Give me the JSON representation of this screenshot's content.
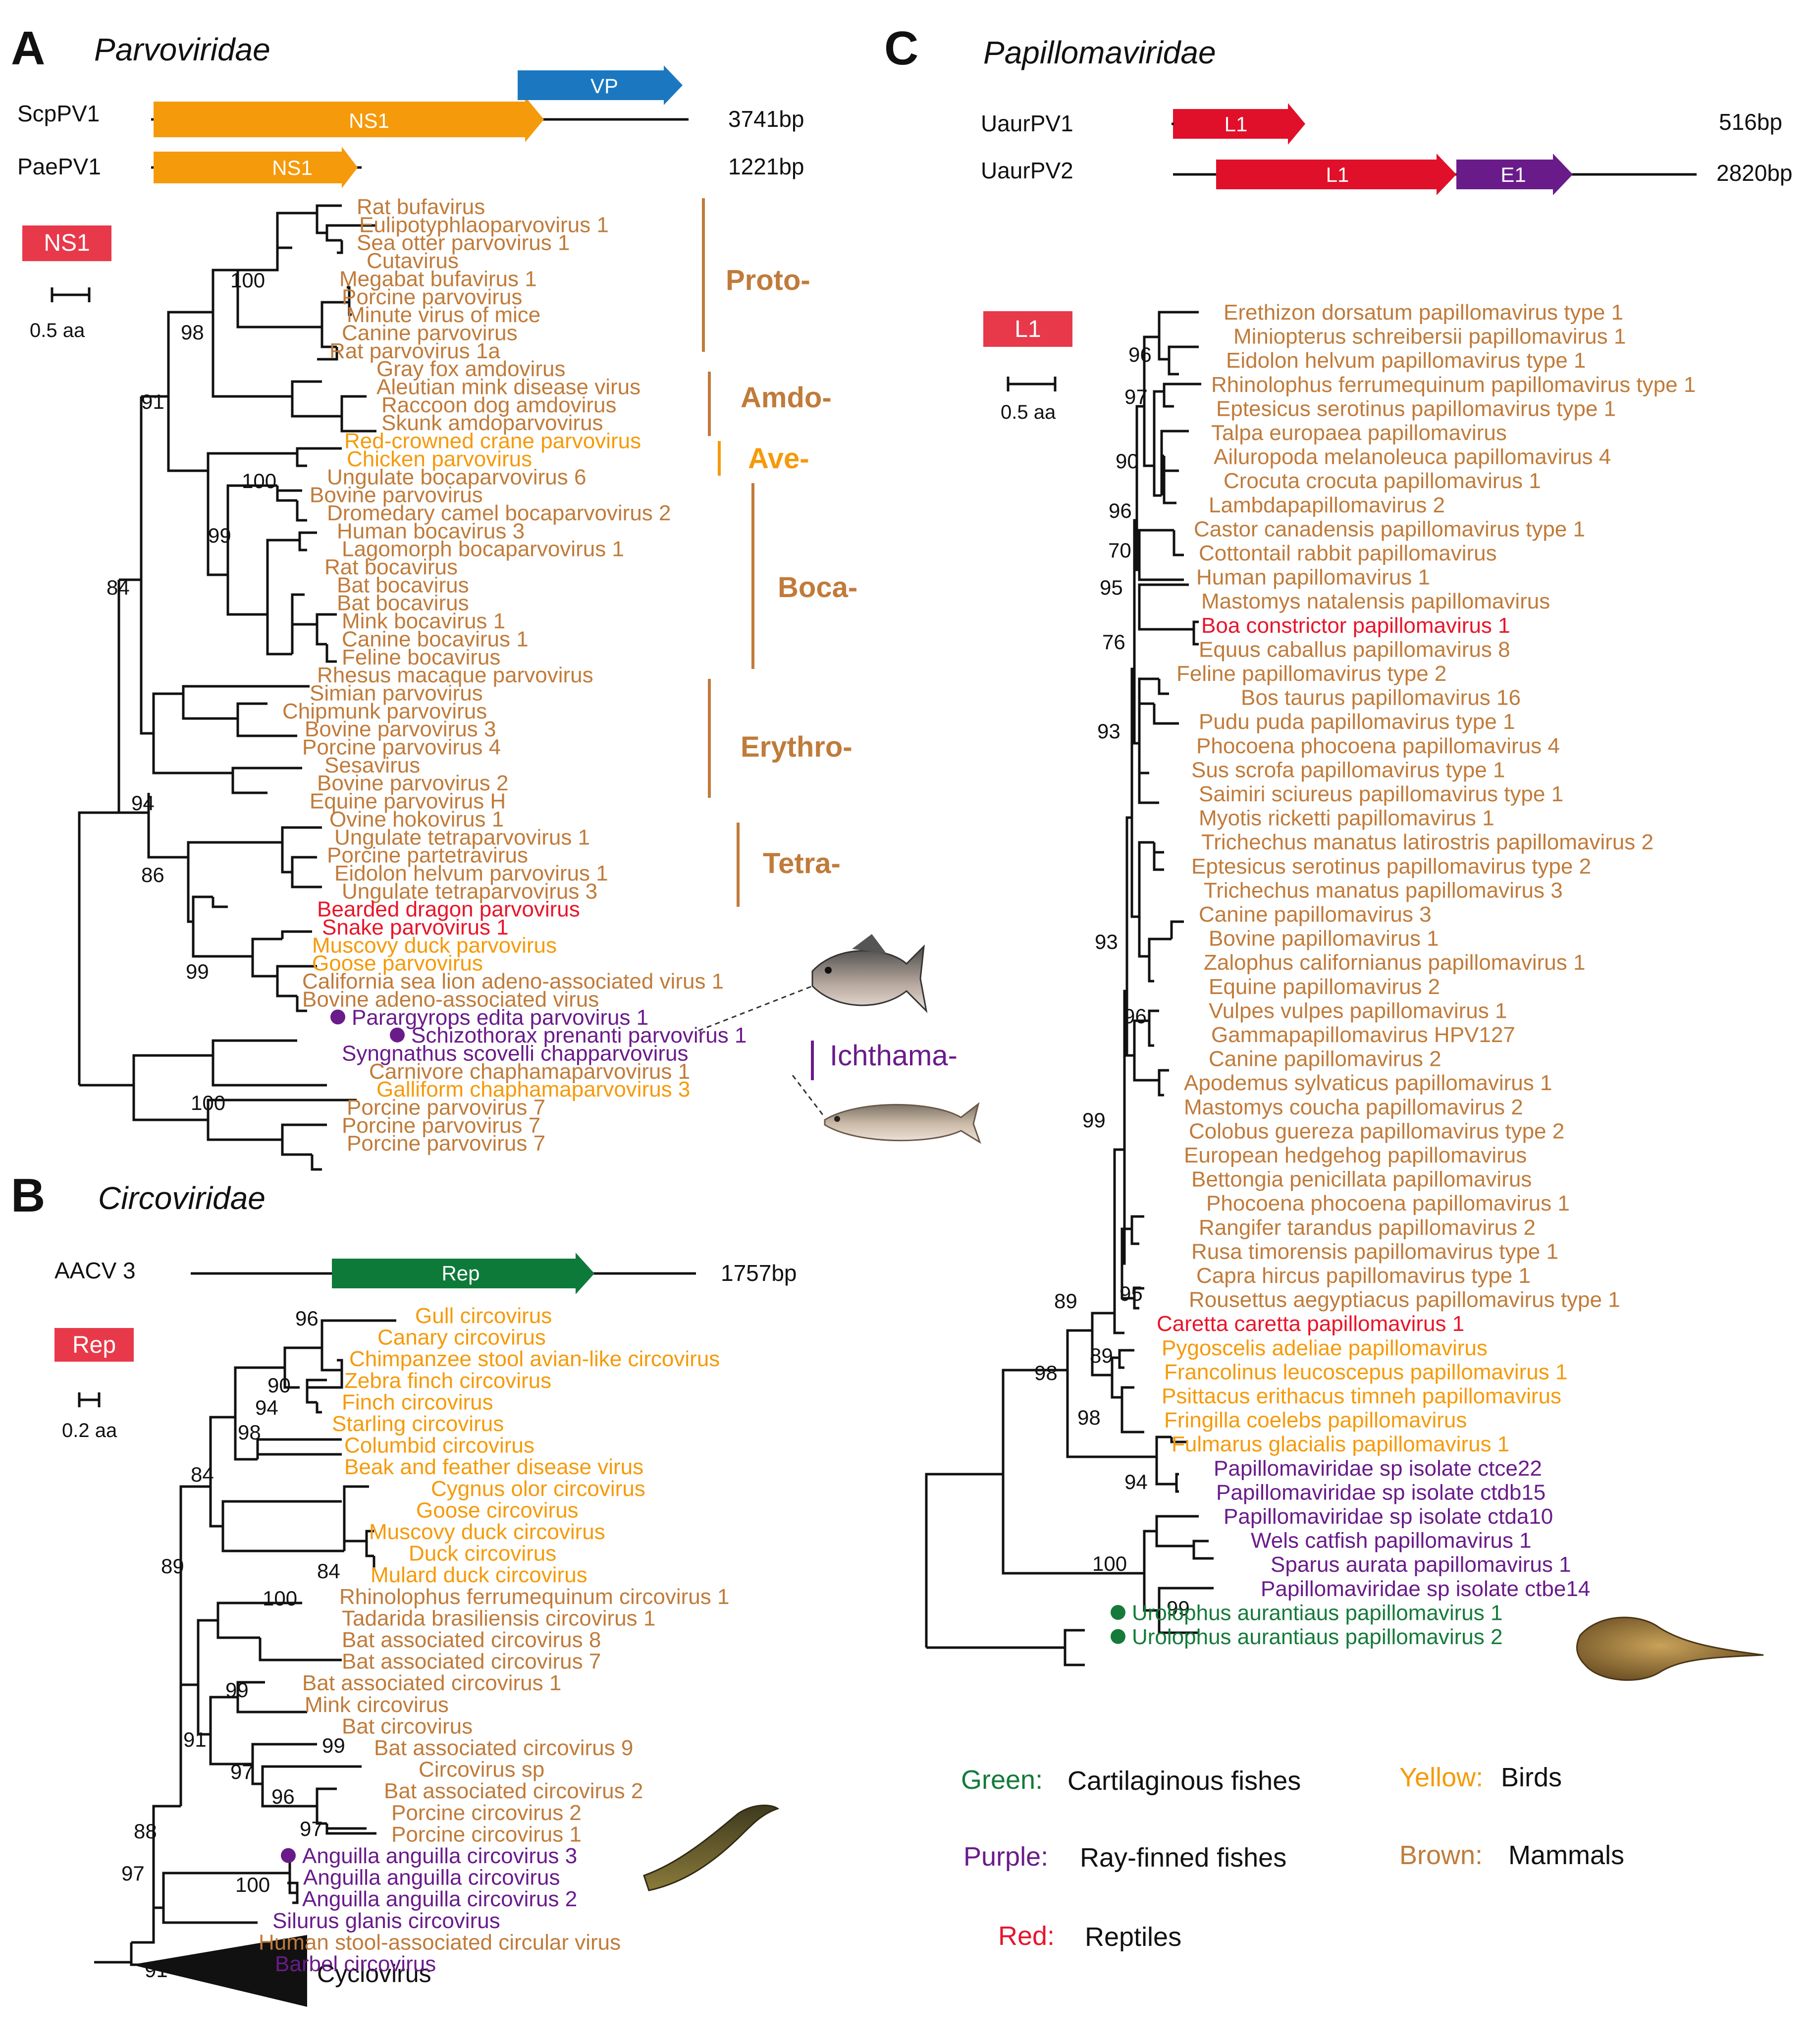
{
  "colors": {
    "mammal": "#c07b3a",
    "bird": "#f59a0a",
    "reptile": "#e8152a",
    "ray_finned": "#6a1b8a",
    "cartilaginous": "#157a3a",
    "ns1_gene": "#f59a0a",
    "vp_gene": "#1b78c0",
    "rep_gene": "#0e7a3a",
    "l1_gene": "#e0102a",
    "e1_gene": "#6a1b8a",
    "protein_tag": "#e8394a"
  },
  "panelA": {
    "letter": "A",
    "family": "Parvoviridae",
    "genomes": [
      {
        "name": "ScpPV1",
        "length": "3741bp",
        "genes": [
          "NS1",
          "VP"
        ]
      },
      {
        "name": "PaePV1",
        "length": "1221bp",
        "genes": [
          "NS1"
        ]
      }
    ],
    "tag": "NS1",
    "scale": "0.5 aa",
    "groups": [
      "Proto-",
      "Amdo-",
      "Ave-",
      "Boca-",
      "Erythro-",
      "Tetra-",
      "Ichthama-"
    ],
    "bootstrap": [
      "100",
      "98",
      "91",
      "84",
      "100",
      "99",
      "94",
      "86",
      "99",
      "100"
    ],
    "taxa": [
      {
        "label": "Rat bufavirus",
        "c": "mammal"
      },
      {
        "label": "Eulipotyphlaoparvovirus 1",
        "c": "mammal"
      },
      {
        "label": "Sea otter parvovirus 1",
        "c": "mammal"
      },
      {
        "label": "Cutavirus",
        "c": "mammal"
      },
      {
        "label": "Megabat bufavirus 1",
        "c": "mammal"
      },
      {
        "label": "Porcine parvovirus",
        "c": "mammal"
      },
      {
        "label": "Minute virus of mice",
        "c": "mammal"
      },
      {
        "label": "Canine parvovirus",
        "c": "mammal"
      },
      {
        "label": "Rat parvovirus 1a",
        "c": "mammal"
      },
      {
        "label": "Gray fox amdovirus",
        "c": "mammal"
      },
      {
        "label": "Aleutian mink disease virus",
        "c": "mammal"
      },
      {
        "label": "Raccoon dog amdovirus",
        "c": "mammal"
      },
      {
        "label": "Skunk amdoparvovirus",
        "c": "mammal"
      },
      {
        "label": "Red-crowned crane parvovirus",
        "c": "bird"
      },
      {
        "label": "Chicken parvovirus",
        "c": "bird"
      },
      {
        "label": "Ungulate bocaparvovirus 6",
        "c": "mammal"
      },
      {
        "label": "Bovine parvovirus",
        "c": "mammal"
      },
      {
        "label": "Dromedary camel bocaparvovirus 2",
        "c": "mammal"
      },
      {
        "label": "Human bocavirus 3",
        "c": "mammal"
      },
      {
        "label": "Lagomorph bocaparvovirus 1",
        "c": "mammal"
      },
      {
        "label": "Rat bocavirus",
        "c": "mammal"
      },
      {
        "label": "Bat bocavirus",
        "c": "mammal"
      },
      {
        "label": "Bat bocavirus",
        "c": "mammal"
      },
      {
        "label": "Mink bocavirus 1",
        "c": "mammal"
      },
      {
        "label": "Canine bocavirus 1",
        "c": "mammal"
      },
      {
        "label": "Feline bocavirus",
        "c": "mammal"
      },
      {
        "label": "Rhesus macaque parvovirus",
        "c": "mammal"
      },
      {
        "label": "Simian parvovirus",
        "c": "mammal"
      },
      {
        "label": "Chipmunk parvovirus",
        "c": "mammal"
      },
      {
        "label": "Bovine parvovirus 3",
        "c": "mammal"
      },
      {
        "label": "Porcine parvovirus 4",
        "c": "mammal"
      },
      {
        "label": "Sesavirus",
        "c": "mammal"
      },
      {
        "label": "Bovine parvovirus 2",
        "c": "mammal"
      },
      {
        "label": "Equine parvovirus H",
        "c": "mammal"
      },
      {
        "label": "Ovine hokovirus 1",
        "c": "mammal"
      },
      {
        "label": "Ungulate tetraparvovirus 1",
        "c": "mammal"
      },
      {
        "label": "Porcine partetravirus",
        "c": "mammal"
      },
      {
        "label": "Eidolon helvum parvovirus 1",
        "c": "mammal"
      },
      {
        "label": "Ungulate tetraparvovirus 3",
        "c": "mammal"
      },
      {
        "label": "Bearded dragon parvovirus",
        "c": "reptile"
      },
      {
        "label": "Snake parvovirus 1",
        "c": "reptile"
      },
      {
        "label": "Muscovy duck parvovirus",
        "c": "bird"
      },
      {
        "label": "Goose parvovirus",
        "c": "bird"
      },
      {
        "label": "California sea lion adeno-associated virus 1",
        "c": "mammal"
      },
      {
        "label": "Bovine adeno-associated virus",
        "c": "mammal"
      },
      {
        "label": "Parargyrops edita parvovirus 1",
        "c": "ray_finned",
        "dot": true
      },
      {
        "label": "Schizothorax prenanti parvovirus 1",
        "c": "ray_finned",
        "dot": true
      },
      {
        "label": "Syngnathus scovelli chapparvovirus",
        "c": "ray_finned"
      },
      {
        "label": "Carnivore chaphamaparvovirus 1",
        "c": "mammal"
      },
      {
        "label": "Galliform chaphamaparvovirus 3",
        "c": "bird"
      },
      {
        "label": "Porcine parvovirus 7",
        "c": "mammal"
      },
      {
        "label": "Porcine parvovirus 7",
        "c": "mammal"
      },
      {
        "label": "Porcine parvovirus 7",
        "c": "mammal"
      }
    ]
  },
  "panelB": {
    "letter": "B",
    "family": "Circoviridae",
    "genome": {
      "name": "AACV 3",
      "length": "1757bp",
      "gene": "Rep"
    },
    "tag": "Rep",
    "scale": "0.2 aa",
    "collapsed": "Cyclovirus",
    "bootstrap": [
      "96",
      "90",
      "94",
      "98",
      "84",
      "84",
      "89",
      "100",
      "99",
      "91",
      "99",
      "97",
      "96",
      "97",
      "88",
      "100",
      "97",
      "91"
    ],
    "taxa": [
      {
        "label": "Gull circovirus",
        "c": "bird"
      },
      {
        "label": "Canary circovirus",
        "c": "bird"
      },
      {
        "label": "Chimpanzee stool avian-like circovirus",
        "c": "bird"
      },
      {
        "label": "Zebra finch circovirus",
        "c": "bird"
      },
      {
        "label": "Finch circovirus",
        "c": "bird"
      },
      {
        "label": "Starling circovirus",
        "c": "bird"
      },
      {
        "label": "Columbid circovirus",
        "c": "bird"
      },
      {
        "label": "Beak and feather disease virus",
        "c": "bird"
      },
      {
        "label": "Cygnus olor circovirus",
        "c": "bird"
      },
      {
        "label": "Goose circovirus",
        "c": "bird"
      },
      {
        "label": "Muscovy duck circovirus",
        "c": "bird"
      },
      {
        "label": "Duck circovirus",
        "c": "bird"
      },
      {
        "label": "Mulard duck circovirus",
        "c": "bird"
      },
      {
        "label": "Rhinolophus ferrumequinum circovirus 1",
        "c": "mammal"
      },
      {
        "label": "Tadarida brasiliensis circovirus 1",
        "c": "mammal"
      },
      {
        "label": "Bat associated circovirus 8",
        "c": "mammal"
      },
      {
        "label": "Bat associated circovirus 7",
        "c": "mammal"
      },
      {
        "label": "Bat associated circovirus 1",
        "c": "mammal"
      },
      {
        "label": "Mink circovirus",
        "c": "mammal"
      },
      {
        "label": "Bat circovirus",
        "c": "mammal"
      },
      {
        "label": "Bat associated circovirus 9",
        "c": "mammal"
      },
      {
        "label": "Circovirus sp",
        "c": "mammal"
      },
      {
        "label": "Bat associated circovirus 2",
        "c": "mammal"
      },
      {
        "label": "Porcine circovirus 2",
        "c": "mammal"
      },
      {
        "label": "Porcine circovirus 1",
        "c": "mammal"
      },
      {
        "label": "Anguilla anguilla circovirus 3",
        "c": "ray_finned",
        "dot": true
      },
      {
        "label": "Anguilla anguilla circovirus",
        "c": "ray_finned"
      },
      {
        "label": "Anguilla anguilla circovirus 2",
        "c": "ray_finned"
      },
      {
        "label": "Silurus glanis circovirus",
        "c": "ray_finned"
      },
      {
        "label": "Human stool-associated circular virus",
        "c": "mammal"
      },
      {
        "label": "Barbel circovirus",
        "c": "ray_finned"
      }
    ]
  },
  "panelC": {
    "letter": "C",
    "family": "Papillomaviridae",
    "genomes": [
      {
        "name": "UaurPV1",
        "length": "516bp",
        "genes": [
          "L1"
        ]
      },
      {
        "name": "UaurPV2",
        "length": "2820bp",
        "genes": [
          "L1",
          "E1"
        ]
      }
    ],
    "tag": "L1",
    "scale": "0.5 aa",
    "bootstrap": [
      "96",
      "97",
      "90",
      "96",
      "70",
      "95",
      "76",
      "93",
      "93",
      "96",
      "99",
      "95",
      "89",
      "89",
      "98",
      "98",
      "94",
      "100",
      "99"
    ],
    "taxa": [
      {
        "label": "Erethizon dorsatum papillomavirus type 1",
        "c": "mammal"
      },
      {
        "label": "Miniopterus schreibersii papillomavirus 1",
        "c": "mammal"
      },
      {
        "label": "Eidolon helvum papillomavirus type 1",
        "c": "mammal"
      },
      {
        "label": "Rhinolophus ferrumequinum papillomavirus type 1",
        "c": "mammal"
      },
      {
        "label": "Eptesicus serotinus papillomavirus type 1",
        "c": "mammal"
      },
      {
        "label": "Talpa europaea papillomavirus",
        "c": "mammal"
      },
      {
        "label": "Ailuropoda melanoleuca papillomavirus 4",
        "c": "mammal"
      },
      {
        "label": "Crocuta crocuta papillomavirus 1",
        "c": "mammal"
      },
      {
        "label": "Lambdapapillomavirus 2",
        "c": "mammal"
      },
      {
        "label": "Castor canadensis papillomavirus type 1",
        "c": "mammal"
      },
      {
        "label": "Cottontail rabbit papillomavirus",
        "c": "mammal"
      },
      {
        "label": "Human papillomavirus 1",
        "c": "mammal"
      },
      {
        "label": "Mastomys natalensis papillomavirus",
        "c": "mammal"
      },
      {
        "label": "Boa constrictor papillomavirus 1",
        "c": "reptile"
      },
      {
        "label": "Equus caballus papillomavirus 8",
        "c": "mammal"
      },
      {
        "label": "Feline papillomavirus type 2",
        "c": "mammal"
      },
      {
        "label": "Bos taurus papillomavirus 16",
        "c": "mammal"
      },
      {
        "label": "Pudu puda papillomavirus type 1",
        "c": "mammal"
      },
      {
        "label": "Phocoena phocoena papillomavirus 4",
        "c": "mammal"
      },
      {
        "label": "Sus scrofa papillomavirus type 1",
        "c": "mammal"
      },
      {
        "label": "Saimiri sciureus papillomavirus type 1",
        "c": "mammal"
      },
      {
        "label": "Myotis ricketti papillomavirus 1",
        "c": "mammal"
      },
      {
        "label": "Trichechus manatus latirostris papillomavirus 2",
        "c": "mammal"
      },
      {
        "label": "Eptesicus serotinus papillomavirus type 2",
        "c": "mammal"
      },
      {
        "label": "Trichechus manatus papillomavirus 3",
        "c": "mammal"
      },
      {
        "label": "Canine papillomavirus 3",
        "c": "mammal"
      },
      {
        "label": "Bovine papillomavirus 1",
        "c": "mammal"
      },
      {
        "label": "Zalophus californianus papillomavirus 1",
        "c": "mammal"
      },
      {
        "label": "Equine papillomavirus 2",
        "c": "mammal"
      },
      {
        "label": "Vulpes vulpes papillomavirus 1",
        "c": "mammal"
      },
      {
        "label": "Gammapapillomavirus HPV127",
        "c": "mammal"
      },
      {
        "label": "Canine papillomavirus 2",
        "c": "mammal"
      },
      {
        "label": "Apodemus sylvaticus papillomavirus 1",
        "c": "mammal"
      },
      {
        "label": "Mastomys coucha papillomavirus 2",
        "c": "mammal"
      },
      {
        "label": "Colobus guereza papillomavirus type 2",
        "c": "mammal"
      },
      {
        "label": "European hedgehog papillomavirus",
        "c": "mammal"
      },
      {
        "label": "Bettongia penicillata papillomavirus",
        "c": "mammal"
      },
      {
        "label": "Phocoena phocoena papillomavirus 1",
        "c": "mammal"
      },
      {
        "label": "Rangifer tarandus papillomavirus 2",
        "c": "mammal"
      },
      {
        "label": "Rusa timorensis papillomavirus type 1",
        "c": "mammal"
      },
      {
        "label": "Capra hircus papillomavirus type 1",
        "c": "mammal"
      },
      {
        "label": "Rousettus aegyptiacus papillomavirus type 1",
        "c": "mammal"
      },
      {
        "label": "Caretta caretta papillomavirus 1",
        "c": "reptile"
      },
      {
        "label": "Pygoscelis adeliae papillomavirus",
        "c": "bird"
      },
      {
        "label": "Francolinus leucoscepus papillomavirus 1",
        "c": "bird"
      },
      {
        "label": "Psittacus erithacus timneh papillomavirus",
        "c": "bird"
      },
      {
        "label": "Fringilla coelebs papillomavirus",
        "c": "bird"
      },
      {
        "label": "Fulmarus glacialis papillomavirus 1",
        "c": "bird"
      },
      {
        "label": "Papillomaviridae sp isolate ctce22",
        "c": "ray_finned"
      },
      {
        "label": "Papillomaviridae sp isolate ctdb15",
        "c": "ray_finned"
      },
      {
        "label": "Papillomaviridae sp isolate ctda10",
        "c": "ray_finned"
      },
      {
        "label": "Wels catfish papillomavirus 1",
        "c": "ray_finned"
      },
      {
        "label": "Sparus aurata papillomavirus 1",
        "c": "ray_finned"
      },
      {
        "label": "Papillomaviridae sp isolate ctbe14",
        "c": "ray_finned"
      },
      {
        "label": "Urolophus aurantiaus papillomavirus 1",
        "c": "cartilaginous",
        "dot": true
      },
      {
        "label": "Urolophus aurantiaus papillomavirus 2",
        "c": "cartilaginous",
        "dot": true
      }
    ]
  },
  "legend": [
    {
      "color_word": "Green:",
      "meaning": "Cartilaginous fishes",
      "c": "cartilaginous"
    },
    {
      "color_word": "Yellow:",
      "meaning": "Birds",
      "c": "bird"
    },
    {
      "color_word": "Purple:",
      "meaning": "Ray-finned fishes",
      "c": "ray_finned"
    },
    {
      "color_word": "Brown:",
      "meaning": "Mammals",
      "c": "mammal"
    },
    {
      "color_word": "Red:",
      "meaning": "Reptiles",
      "c": "reptile"
    }
  ]
}
